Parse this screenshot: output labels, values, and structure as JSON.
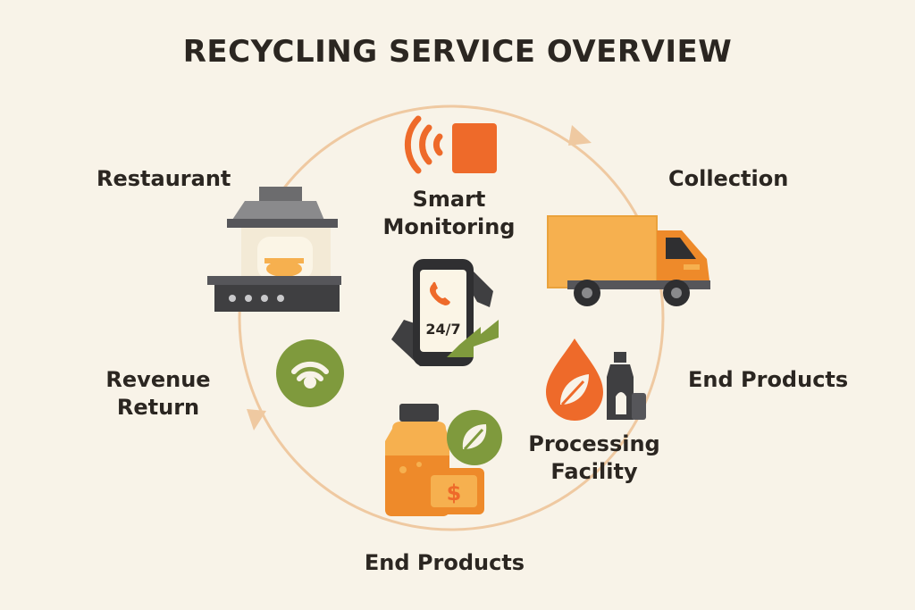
{
  "title": "RECYCLING SERVICE OVERVIEW",
  "stages": {
    "restaurant": "Restaurant",
    "smart_monitoring_line1": "Smart",
    "smart_monitoring_line2": "Monitoring",
    "collection": "Collection",
    "end_products_right": "End Products",
    "processing_line1": "Processing",
    "processing_line2": "Facility",
    "end_products_bottom": "End Products",
    "revenue_line1": "Revenue",
    "revenue_line2": "Return"
  },
  "phone_badge": "24/7",
  "currency_symbol": "$",
  "icons": [
    "restaurant-kitchen-icon",
    "sensor-signal-icon",
    "phone-recycle-icon",
    "delivery-truck-icon",
    "oil-drop-leaf-icon",
    "oil-bottle-icon",
    "leaf-badge-icon",
    "cash-icon",
    "wifi-badge-icon"
  ],
  "colors": {
    "background": "#f8f3e8",
    "text": "#2b2621",
    "accent_orange": "#ee6a2a",
    "truck_orange": "#f6b04f",
    "green": "#7f9a3d",
    "dark_gray": "#3f3f41",
    "cycle_line": "#efc9a1"
  }
}
